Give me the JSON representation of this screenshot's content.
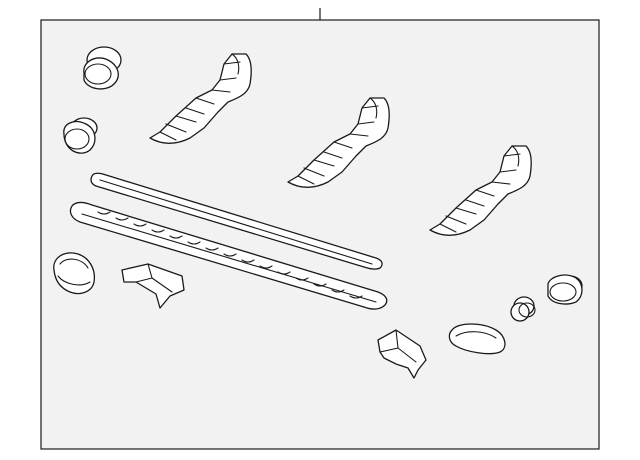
{
  "diagram": {
    "frame_fill": "#f2f2f2",
    "line_color": "#1a1a1a",
    "parts": [
      "end-cap-upper",
      "end-cap-lower",
      "bracket-left",
      "bracket-middle",
      "bracket-right",
      "step-pad-strip",
      "running-board",
      "end-cap-front-left",
      "clip-bracket-left",
      "clip-bracket-right",
      "end-cap-rear",
      "plug-small",
      "end-cap-far-right"
    ]
  }
}
